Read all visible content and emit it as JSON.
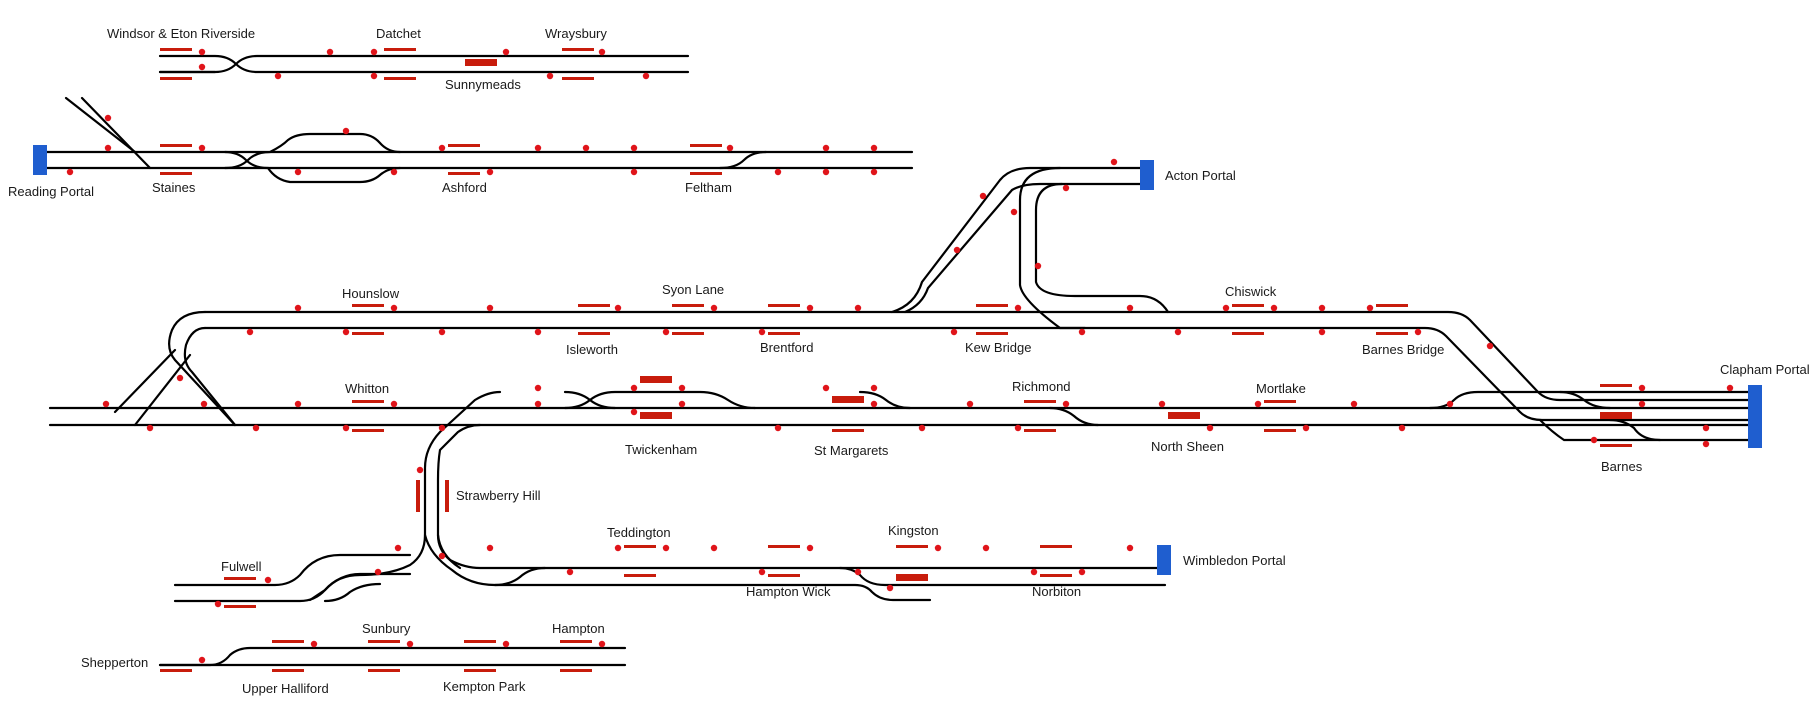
{
  "colors": {
    "track": "#000000",
    "platform": "#c81c0c",
    "signal": "#e0141a",
    "portal": "#1f5ecf",
    "background": "#ffffff"
  },
  "portals": {
    "reading": "Reading Portal",
    "acton": "Acton Portal",
    "clapham": "Clapham Portal",
    "wimbledon": "Wimbledon Portal"
  },
  "stations": {
    "windsor": "Windsor & Eton Riverside",
    "datchet": "Datchet",
    "wraysbury": "Wraysbury",
    "sunnymeads": "Sunnymeads",
    "staines": "Staines",
    "ashford": "Ashford",
    "feltham": "Feltham",
    "hounslow": "Hounslow",
    "syon_lane": "Syon Lane",
    "isleworth": "Isleworth",
    "brentford": "Brentford",
    "kew_bridge": "Kew Bridge",
    "chiswick": "Chiswick",
    "barnes_bridge": "Barnes Bridge",
    "whitton": "Whitton",
    "twickenham": "Twickenham",
    "st_margarets": "St Margarets",
    "richmond": "Richmond",
    "north_sheen": "North Sheen",
    "mortlake": "Mortlake",
    "barnes": "Barnes",
    "strawberry_hill": "Strawberry Hill",
    "fulwell": "Fulwell",
    "teddington": "Teddington",
    "hampton_wick": "Hampton Wick",
    "kingston": "Kingston",
    "norbiton": "Norbiton",
    "shepperton": "Shepperton",
    "upper_halliford": "Upper Halliford",
    "sunbury": "Sunbury",
    "kempton_park": "Kempton Park",
    "hampton": "Hampton"
  }
}
